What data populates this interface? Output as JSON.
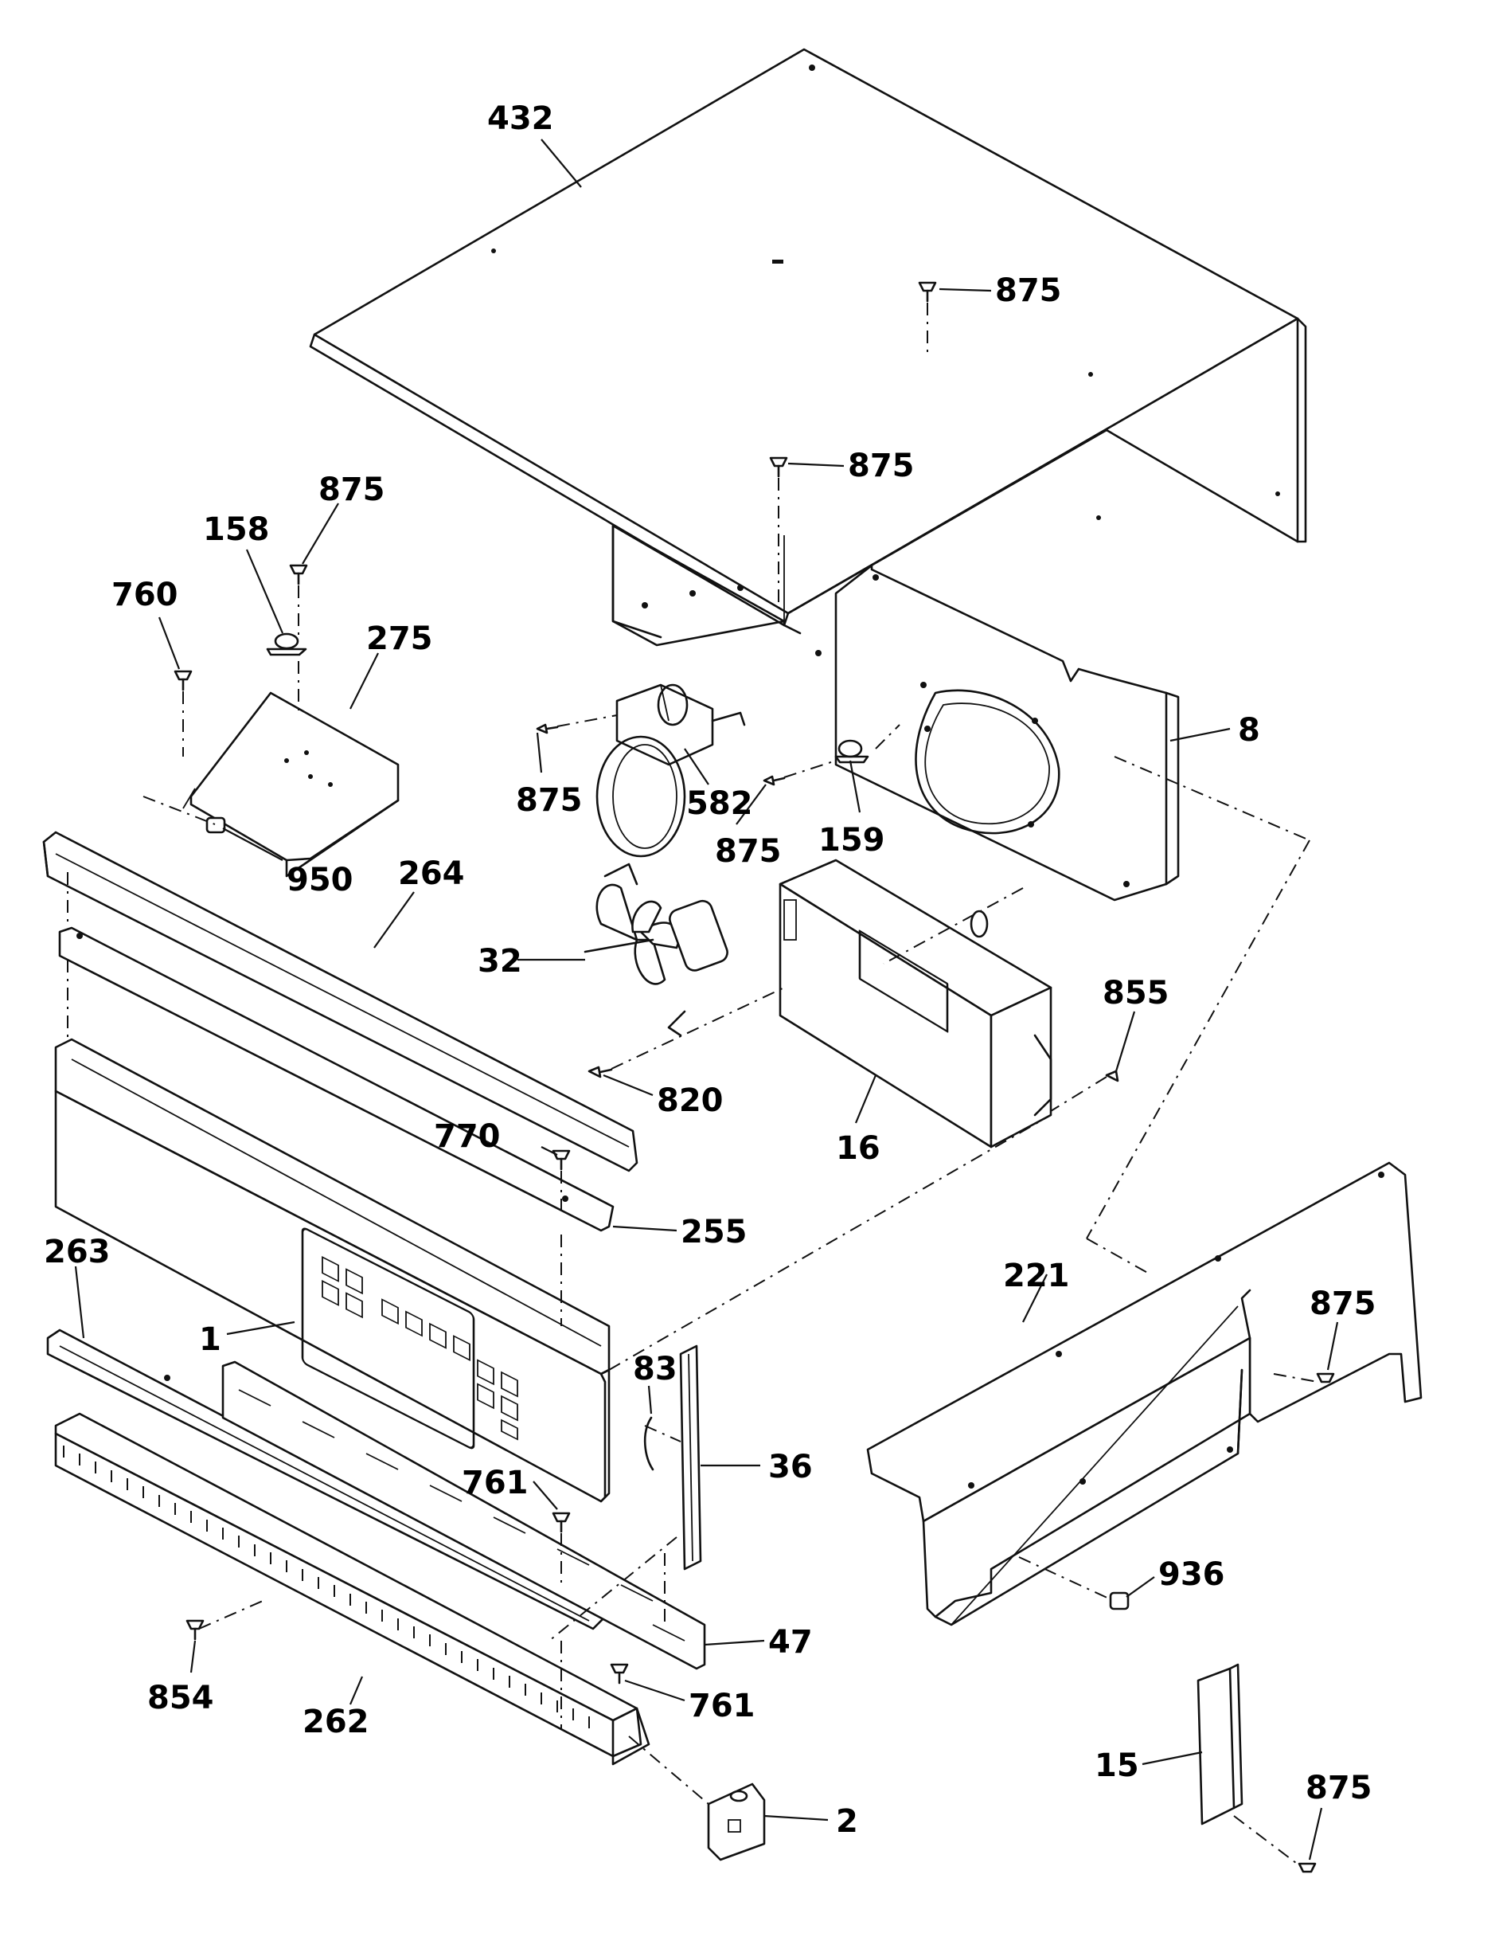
{
  "callouts": [
    {
      "id": "432",
      "label": "432"
    },
    {
      "id": "875a",
      "label": "875"
    },
    {
      "id": "875b",
      "label": "875"
    },
    {
      "id": "875c",
      "label": "875"
    },
    {
      "id": "158",
      "label": "158"
    },
    {
      "id": "760",
      "label": "760"
    },
    {
      "id": "275",
      "label": "275"
    },
    {
      "id": "875d",
      "label": "875"
    },
    {
      "id": "582",
      "label": "582"
    },
    {
      "id": "875e",
      "label": "875"
    },
    {
      "id": "159",
      "label": "159"
    },
    {
      "id": "8",
      "label": "8"
    },
    {
      "id": "950",
      "label": "950"
    },
    {
      "id": "264",
      "label": "264"
    },
    {
      "id": "32",
      "label": "32"
    },
    {
      "id": "855",
      "label": "855"
    },
    {
      "id": "820",
      "label": "820"
    },
    {
      "id": "16",
      "label": "16"
    },
    {
      "id": "770",
      "label": "770"
    },
    {
      "id": "255",
      "label": "255"
    },
    {
      "id": "263",
      "label": "263"
    },
    {
      "id": "221",
      "label": "221"
    },
    {
      "id": "875f",
      "label": "875"
    },
    {
      "id": "1",
      "label": "1"
    },
    {
      "id": "83",
      "label": "83"
    },
    {
      "id": "36",
      "label": "36"
    },
    {
      "id": "761a",
      "label": "761"
    },
    {
      "id": "936",
      "label": "936"
    },
    {
      "id": "47",
      "label": "47"
    },
    {
      "id": "761b",
      "label": "761"
    },
    {
      "id": "854",
      "label": "854"
    },
    {
      "id": "262",
      "label": "262"
    },
    {
      "id": "15",
      "label": "15"
    },
    {
      "id": "875g",
      "label": "875"
    },
    {
      "id": "2",
      "label": "2"
    }
  ]
}
